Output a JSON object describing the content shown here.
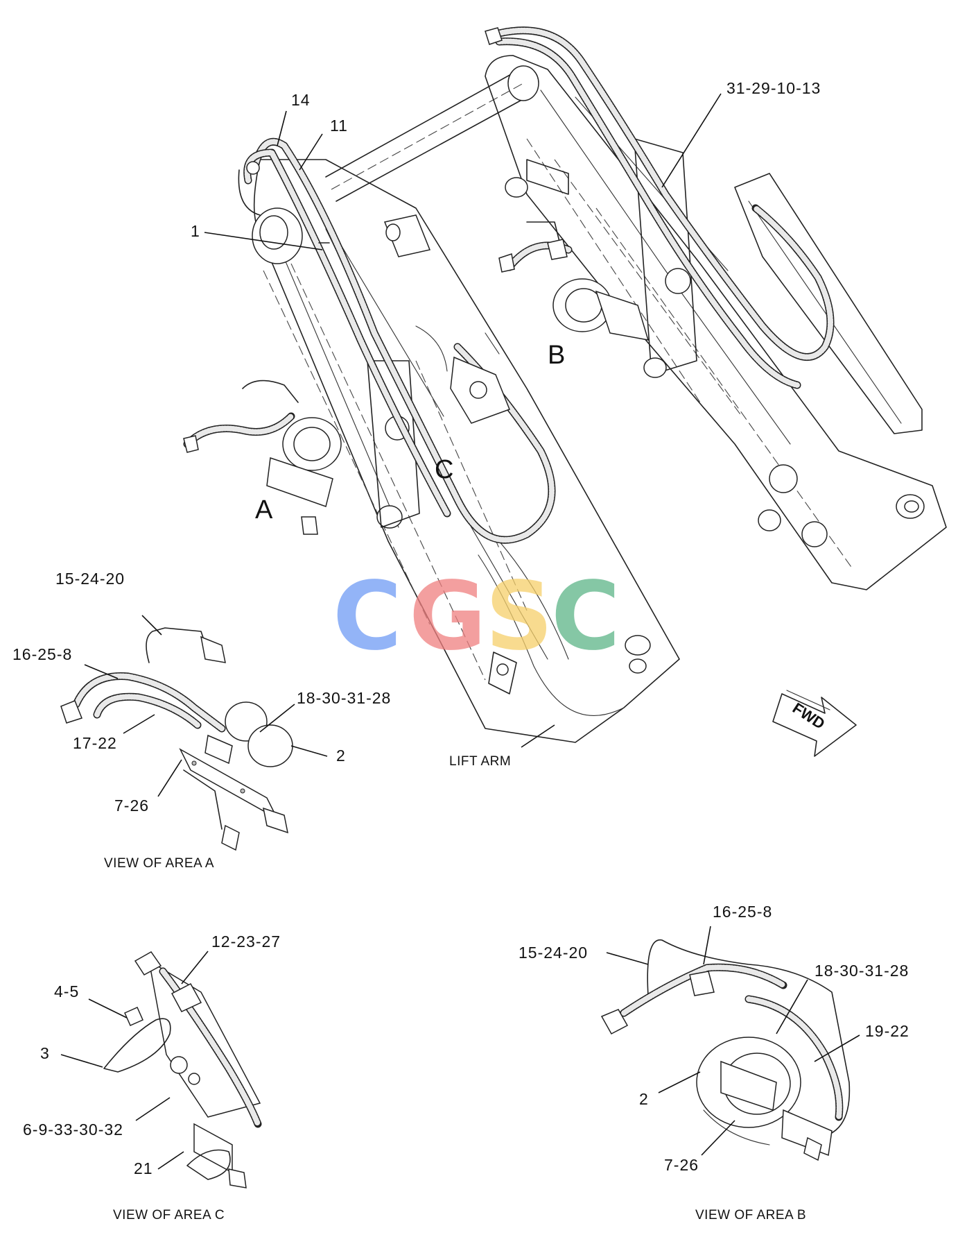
{
  "main_view": {
    "callouts": {
      "c14": "14",
      "c11": "11",
      "c1": "1",
      "c31_29_10_13": "31-29-10-13"
    },
    "area_letters": {
      "a": "A",
      "b": "B",
      "c": "C"
    },
    "lift_arm_label": "LIFT ARM",
    "fwd_label": "FWD"
  },
  "view_a": {
    "caption": "VIEW OF AREA  A",
    "callouts": {
      "c15_24_20": "15-24-20",
      "c16_25_8": "16-25-8",
      "c18_30_31_28": "18-30-31-28",
      "c2": "2",
      "c17_22": "17-22",
      "c7_26": "7-26"
    }
  },
  "view_c": {
    "caption": "VIEW OF AREA  C",
    "callouts": {
      "c12_23_27": "12-23-27",
      "c4_5": "4-5",
      "c3": "3",
      "c6_9_33_30_32": "6-9-33-30-32",
      "c21": "21"
    }
  },
  "view_b": {
    "caption": "VIEW OF AREA  B",
    "callouts": {
      "c16_25_8": "16-25-8",
      "c15_24_20": "15-24-20",
      "c18_30_31_28": "18-30-31-28",
      "c19_22": "19-22",
      "c2": "2",
      "c7_26": "7-26"
    }
  },
  "watermark": {
    "letters": [
      "C",
      "G",
      "S",
      "C"
    ],
    "colors": [
      "#6f9bf5",
      "#ef7f7f",
      "#f6d06a",
      "#5db588"
    ]
  }
}
